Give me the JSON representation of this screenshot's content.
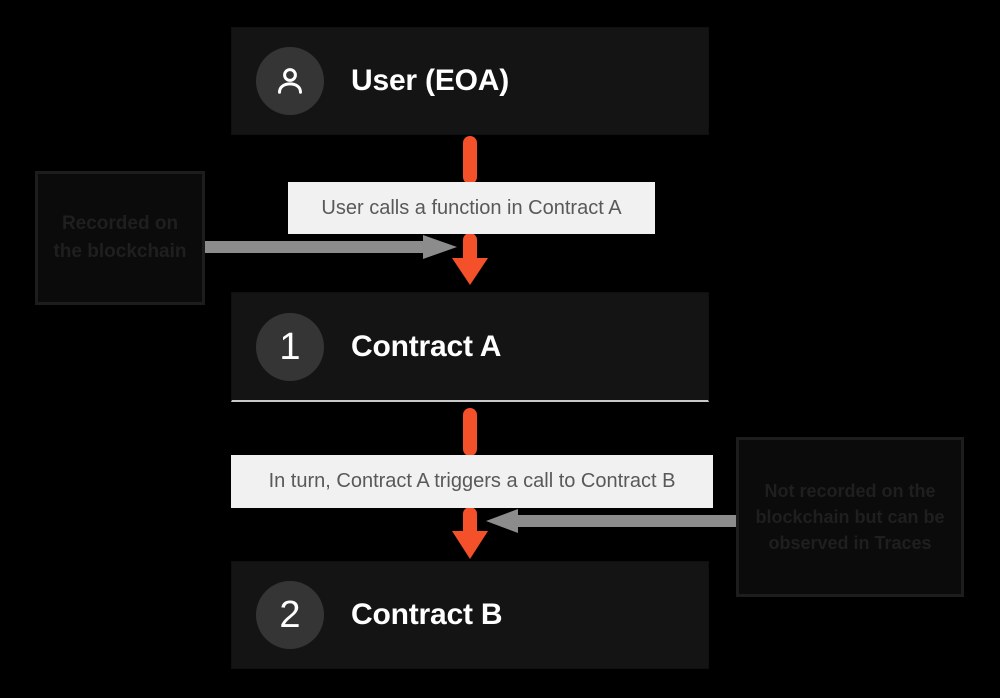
{
  "background_color": "#000000",
  "accent_color": "#F4502A",
  "gray_arrow_color": "#8C8C8C",
  "nodes": [
    {
      "id": "user",
      "icon": "person-icon",
      "badge": "",
      "title": "User (EOA)"
    },
    {
      "id": "contract-a",
      "icon": "",
      "badge": "1",
      "title": "Contract A"
    },
    {
      "id": "contract-b",
      "icon": "",
      "badge": "2",
      "title": "Contract B"
    }
  ],
  "step_labels": [
    {
      "id": "step-1",
      "text": "User calls a function in Contract A"
    },
    {
      "id": "step-2",
      "text": "In turn, Contract A triggers a call to Contract B"
    }
  ],
  "annotations": [
    {
      "id": "annotation-left",
      "text": "Recorded on the blockchain"
    },
    {
      "id": "annotation-right",
      "text": "Not recorded on the blockchain but can be observed in Traces"
    }
  ]
}
